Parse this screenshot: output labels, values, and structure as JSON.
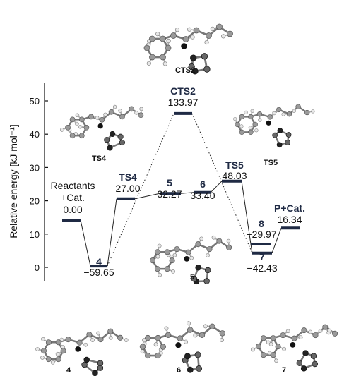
{
  "chart_data": {
    "type": "energy-profile",
    "ylabel": "Relative energy [kJ mol⁻¹]",
    "ylim": [
      -5,
      55
    ],
    "yticks": [
      0,
      10,
      20,
      30,
      40,
      50
    ],
    "series": [
      {
        "levels": [
          {
            "name": "Reactants",
            "name2": "+Cat.",
            "label": "0.00",
            "y": 14.2
          },
          {
            "name": "4",
            "label": "−59.65",
            "y": 0.4
          },
          {
            "name": "TS4",
            "label": "27.00",
            "y": 20.6
          },
          {
            "name": "5",
            "label": "32.27",
            "y": 22.2
          },
          {
            "name": "6",
            "label": "33.40",
            "y": 22.5
          },
          {
            "name": "TS5",
            "label": "48.03",
            "y": 25.9
          },
          {
            "name": "8",
            "label": "−29.97",
            "y": 7.0
          },
          {
            "name": "7",
            "label": "−42.43",
            "y": 4.3
          },
          {
            "name": "P+Cat.",
            "label": "16.34",
            "y": 11.8
          },
          {
            "name": "CTS2",
            "label": "133.97",
            "y": 46.2
          }
        ]
      }
    ],
    "molecule_labels": [
      "CTS2",
      "TS4",
      "TS5",
      "5",
      "4",
      "6",
      "7"
    ]
  }
}
